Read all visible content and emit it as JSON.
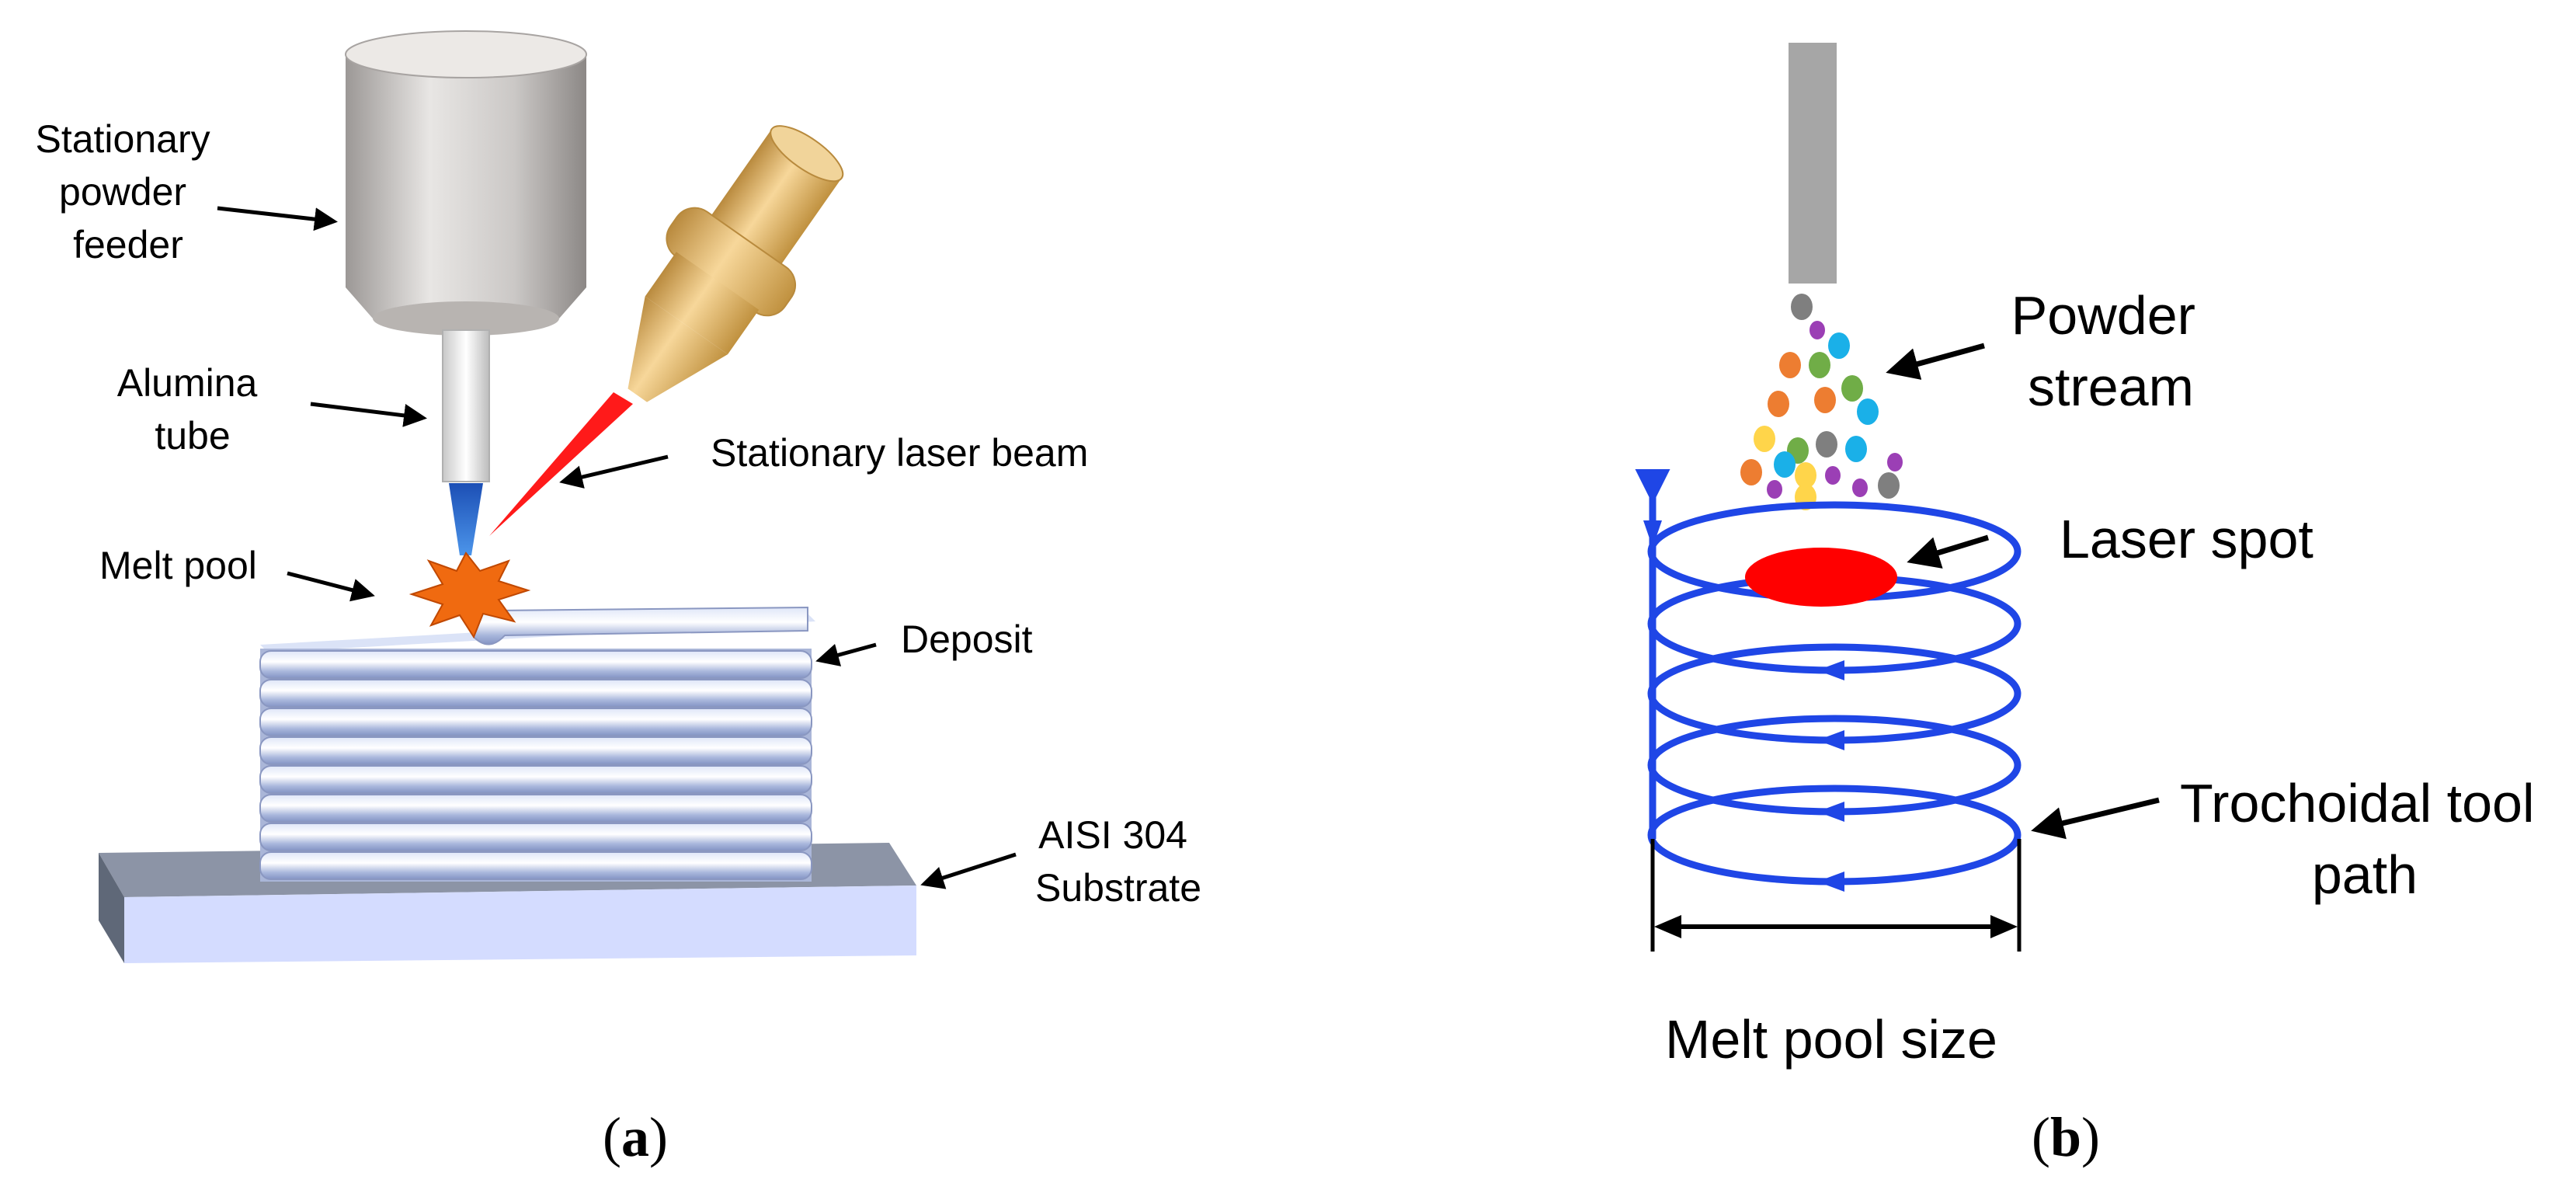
{
  "panel_a": {
    "labels": {
      "powder_feeder": [
        "Stationary",
        "powder",
        "feeder"
      ],
      "alumina_tube": [
        "Alumina",
        "tube"
      ],
      "laser_beam": "Stationary laser beam",
      "melt_pool": "Melt pool",
      "deposit": "Deposit",
      "substrate": [
        "AISI 304",
        "Substrate"
      ]
    },
    "caption": {
      "open": "(",
      "letter": "a",
      "close": ")"
    }
  },
  "panel_b": {
    "labels": {
      "powder_stream": [
        "Powder",
        "stream"
      ],
      "laser_spot": "Laser spot",
      "tool_path": [
        "Trochoidal tool",
        "path"
      ],
      "melt_pool_size": "Melt pool size"
    },
    "caption": {
      "open": "(",
      "letter": "b",
      "close": ")"
    }
  },
  "colors": {
    "laser": "#ff1a1a",
    "melt_pool": "#f06a10",
    "tool_path": "#1f46e6",
    "nozzle_gold": "#e3b46a",
    "feeder_gray": "#c8c5c2",
    "deposit_blue": "#c9d3ee",
    "substrate_face": "#d4dcff",
    "substrate_side": "#6b7585",
    "powder_jet": "#2e74d6"
  },
  "powder_particle_colors": [
    "#7f7f7f",
    "#ed7d31",
    "#70ad47",
    "#1ab0e8",
    "#ffd54a",
    "#9b3fb5"
  ]
}
